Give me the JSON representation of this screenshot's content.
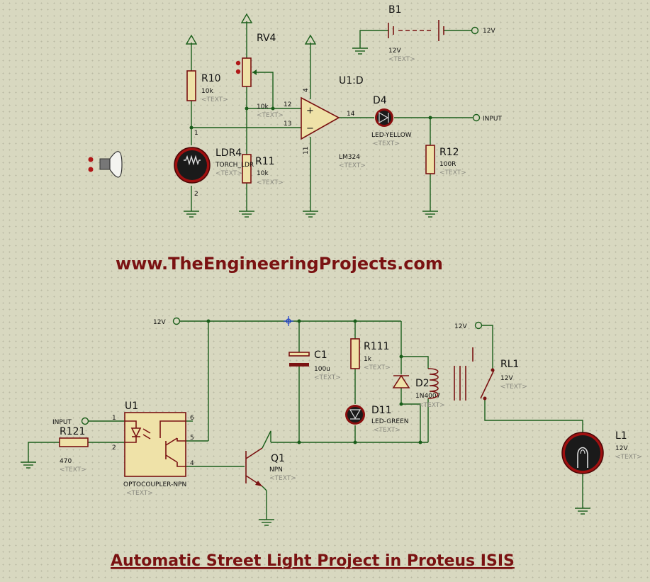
{
  "website": "www.TheEngineeringProjects.com",
  "title": "Automatic Street Light Project in Proteus ISIS",
  "placeholder_text": "<TEXT>",
  "components": {
    "b1": {
      "ref": "B1",
      "value": "12V"
    },
    "rv4": {
      "ref": "RV4",
      "value": "10k"
    },
    "r10": {
      "ref": "R10",
      "value": "10k"
    },
    "r11": {
      "ref": "R11",
      "value": "10k"
    },
    "ldr4": {
      "ref": "LDR4",
      "value": "TORCH_LDR"
    },
    "u1d": {
      "ref": "U1:D",
      "value": "LM324"
    },
    "d4": {
      "ref": "D4",
      "value": "LED-YELLOW"
    },
    "r12": {
      "ref": "R12",
      "value": "100R"
    },
    "u1": {
      "ref": "U1",
      "value": "OPTOCOUPLER-NPN"
    },
    "r121": {
      "ref": "R121",
      "value": "470"
    },
    "q1": {
      "ref": "Q1",
      "value": "NPN"
    },
    "c1": {
      "ref": "C1",
      "value": "100u"
    },
    "r111": {
      "ref": "R111",
      "value": "1k"
    },
    "d11": {
      "ref": "D11",
      "value": "LED-GREEN"
    },
    "d2": {
      "ref": "D2",
      "value": "1N4007"
    },
    "rl1": {
      "ref": "RL1",
      "value": "12V"
    },
    "l1": {
      "ref": "L1",
      "value": "12V"
    }
  },
  "terminals": {
    "top_12v": "12V",
    "input_out": "INPUT",
    "supply_12v": "12V",
    "input_in": "INPUT",
    "relay_12v": "12V"
  },
  "pins": {
    "opamp_plus": "12",
    "opamp_minus": "13",
    "opamp_out": "14",
    "opamp_vcc": "4",
    "opamp_gnd": "11",
    "plus_sign": "+",
    "minus_sign": "−",
    "ldr_p1": "1",
    "ldr_p2": "2",
    "opto_1": "1",
    "opto_2": "2",
    "opto_4": "4",
    "opto_5": "5",
    "opto_6": "6"
  },
  "colors": {
    "wire": "#1a5e1a",
    "component": "#7a1212",
    "component_fill": "#efe2a8",
    "background": "#d8d8c0"
  }
}
